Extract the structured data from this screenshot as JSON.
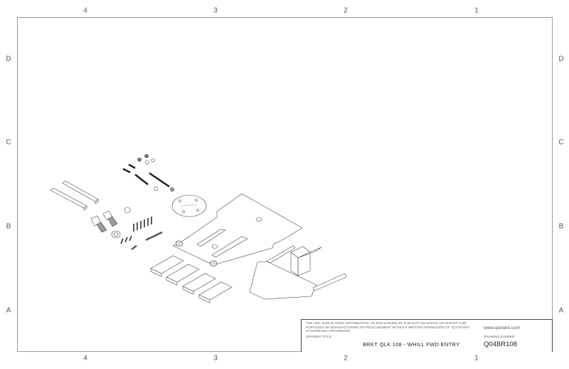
{
  "zones": {
    "columns": [
      "4",
      "3",
      "2",
      "1"
    ],
    "rows": [
      "D",
      "C",
      "B",
      "A"
    ]
  },
  "title_block": {
    "notice": "THE USE, DUPLICATION, DISTRIBUTION, OR DISCLOSURE OF THIS DATA (IN WHOLE OR IN PART) FOR PURPOSES OF MANUFACTURING OR PROCUREMENT WITHOUT WRITTEN PERMISSION OF \"Q'STRAINT\" IS EXPRESSLY PROHIBITED.",
    "drawing_title_label": "DRAWING TITLE:",
    "drawing_title": "BRKT QLK 108 - WHILL FWD ENTRY",
    "website": "www.qstraint.com",
    "drawing_number_label": "DRAWING NUMBER:",
    "drawing_number": "Q04BR108"
  }
}
